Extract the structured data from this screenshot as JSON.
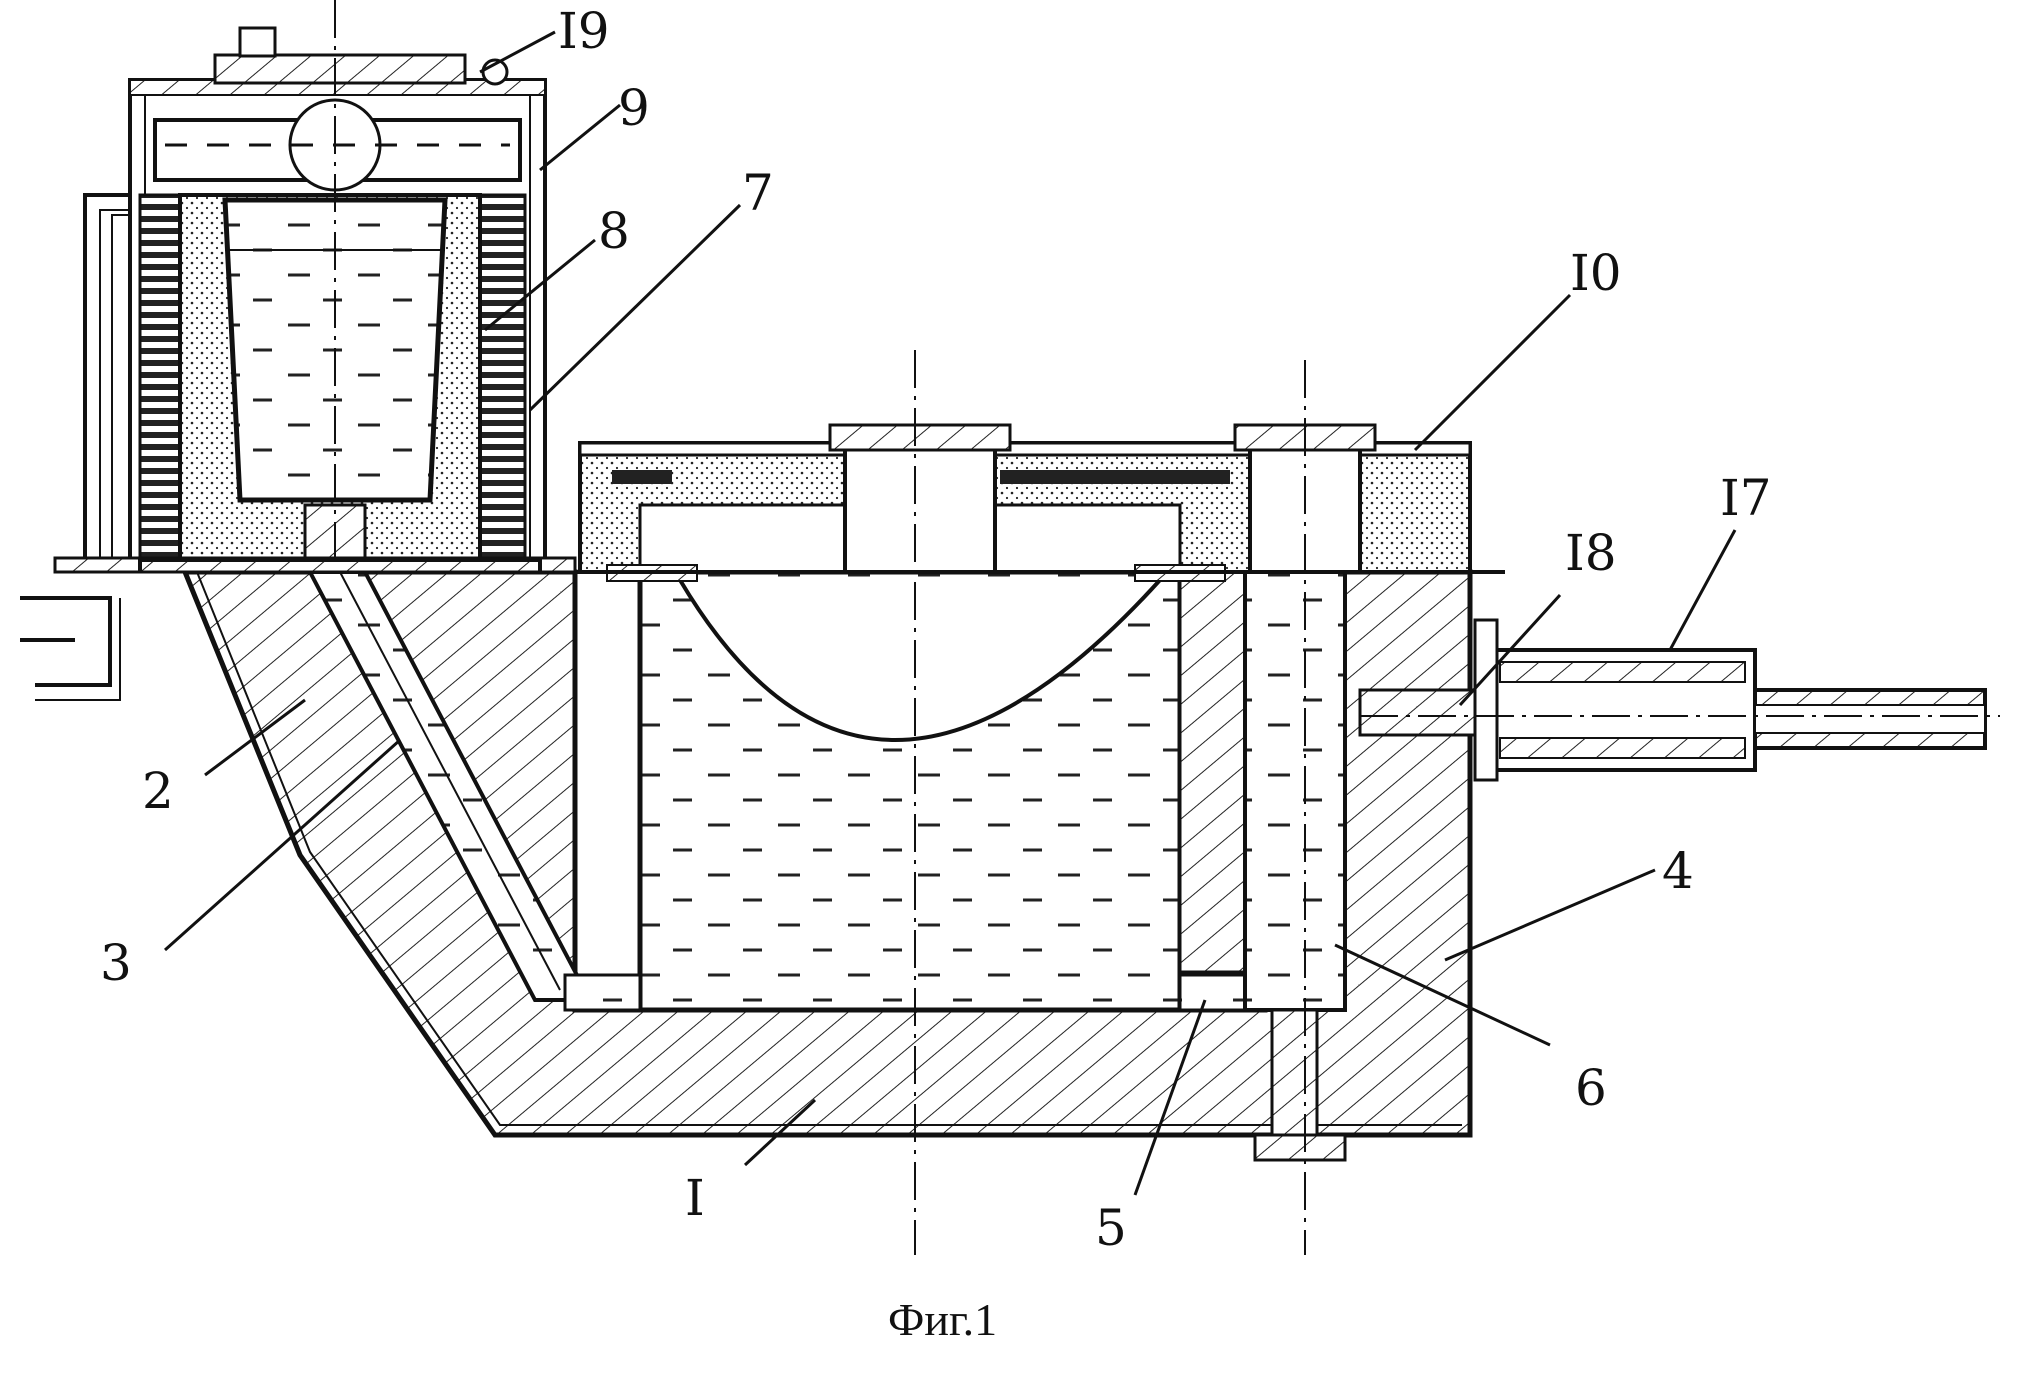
{
  "figure": {
    "caption": "Фиг.1",
    "labels": [
      {
        "id": "l1",
        "text": "I"
      },
      {
        "id": "l2",
        "text": "2"
      },
      {
        "id": "l3",
        "text": "3"
      },
      {
        "id": "l4",
        "text": "4"
      },
      {
        "id": "l5",
        "text": "5"
      },
      {
        "id": "l6",
        "text": "6"
      },
      {
        "id": "l7",
        "text": "7"
      },
      {
        "id": "l8",
        "text": "8"
      },
      {
        "id": "l9",
        "text": "9"
      },
      {
        "id": "l10",
        "text": "I0"
      },
      {
        "id": "l17",
        "text": "I7"
      },
      {
        "id": "l18",
        "text": "I8"
      },
      {
        "id": "l19",
        "text": "I9"
      }
    ]
  }
}
